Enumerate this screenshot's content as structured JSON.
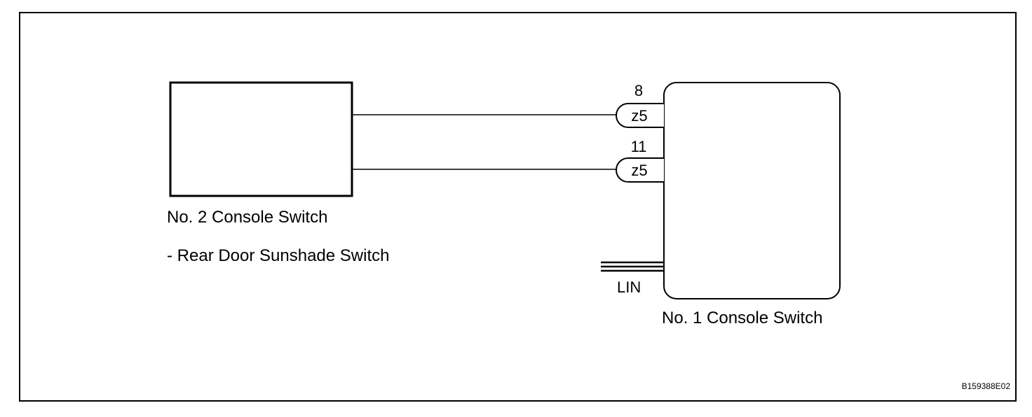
{
  "diagram": {
    "components": {
      "console_switch_2": {
        "name": "No. 2 Console Switch",
        "sub_label": "- Rear Door Sunshade Switch"
      },
      "console_switch_1": {
        "name": "No. 1 Console Switch"
      }
    },
    "connectors": [
      {
        "pin": "8",
        "connector": "z5"
      },
      {
        "pin": "11",
        "connector": "z5"
      }
    ],
    "bus": {
      "label": "LIN"
    },
    "figure_code": "B159388E02"
  }
}
